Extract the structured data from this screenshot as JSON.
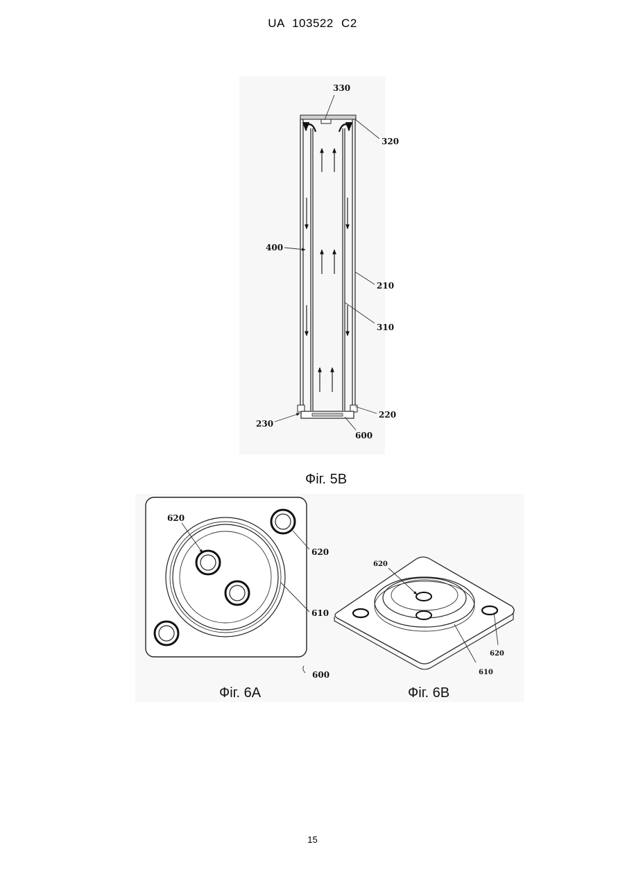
{
  "header": {
    "doc_id": "UA   103522   C2"
  },
  "page_number": "15",
  "figures": {
    "fig5b": {
      "caption": "Фіг. 5В",
      "labels": {
        "l330": "330",
        "l320": "320",
        "l400": "400",
        "l210": "210",
        "l310": "310",
        "l220": "220",
        "l230": "230",
        "l600": "600"
      }
    },
    "fig6a": {
      "caption": "Фіг. 6А",
      "labels": {
        "l620a": "620",
        "l620b": "620",
        "l610": "610",
        "l600": "600"
      }
    },
    "fig6b": {
      "caption": "Фіг. 6В",
      "labels": {
        "l620a": "620",
        "l620b": "620",
        "l610": "610"
      }
    }
  }
}
